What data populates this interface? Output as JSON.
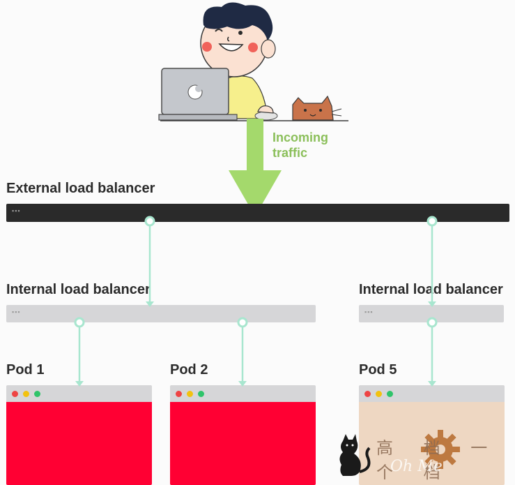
{
  "traffic": {
    "line1": "Incoming",
    "line2": "traffic"
  },
  "external_lb": {
    "label": "External load balancer"
  },
  "internal_lb_left": {
    "label": "Internal load balancer"
  },
  "internal_lb_right": {
    "label": "Internal load balancer"
  },
  "pods": [
    {
      "label": "Pod 1",
      "color": "#ff0033"
    },
    {
      "label": "Pod 2",
      "color": "#ff0033"
    },
    {
      "label": "Pod 5",
      "color": "#eed7c2"
    }
  ],
  "bar_dots": "▪▪▪",
  "window_dot_colors": [
    "#ee4444",
    "#f2c20f",
    "#2fc46a"
  ],
  "connector_color": "#a8e6cf",
  "arrow_color": "#a4d96c",
  "watermark": {
    "text": "高 档 一 个 档",
    "script": "Oh Me"
  }
}
